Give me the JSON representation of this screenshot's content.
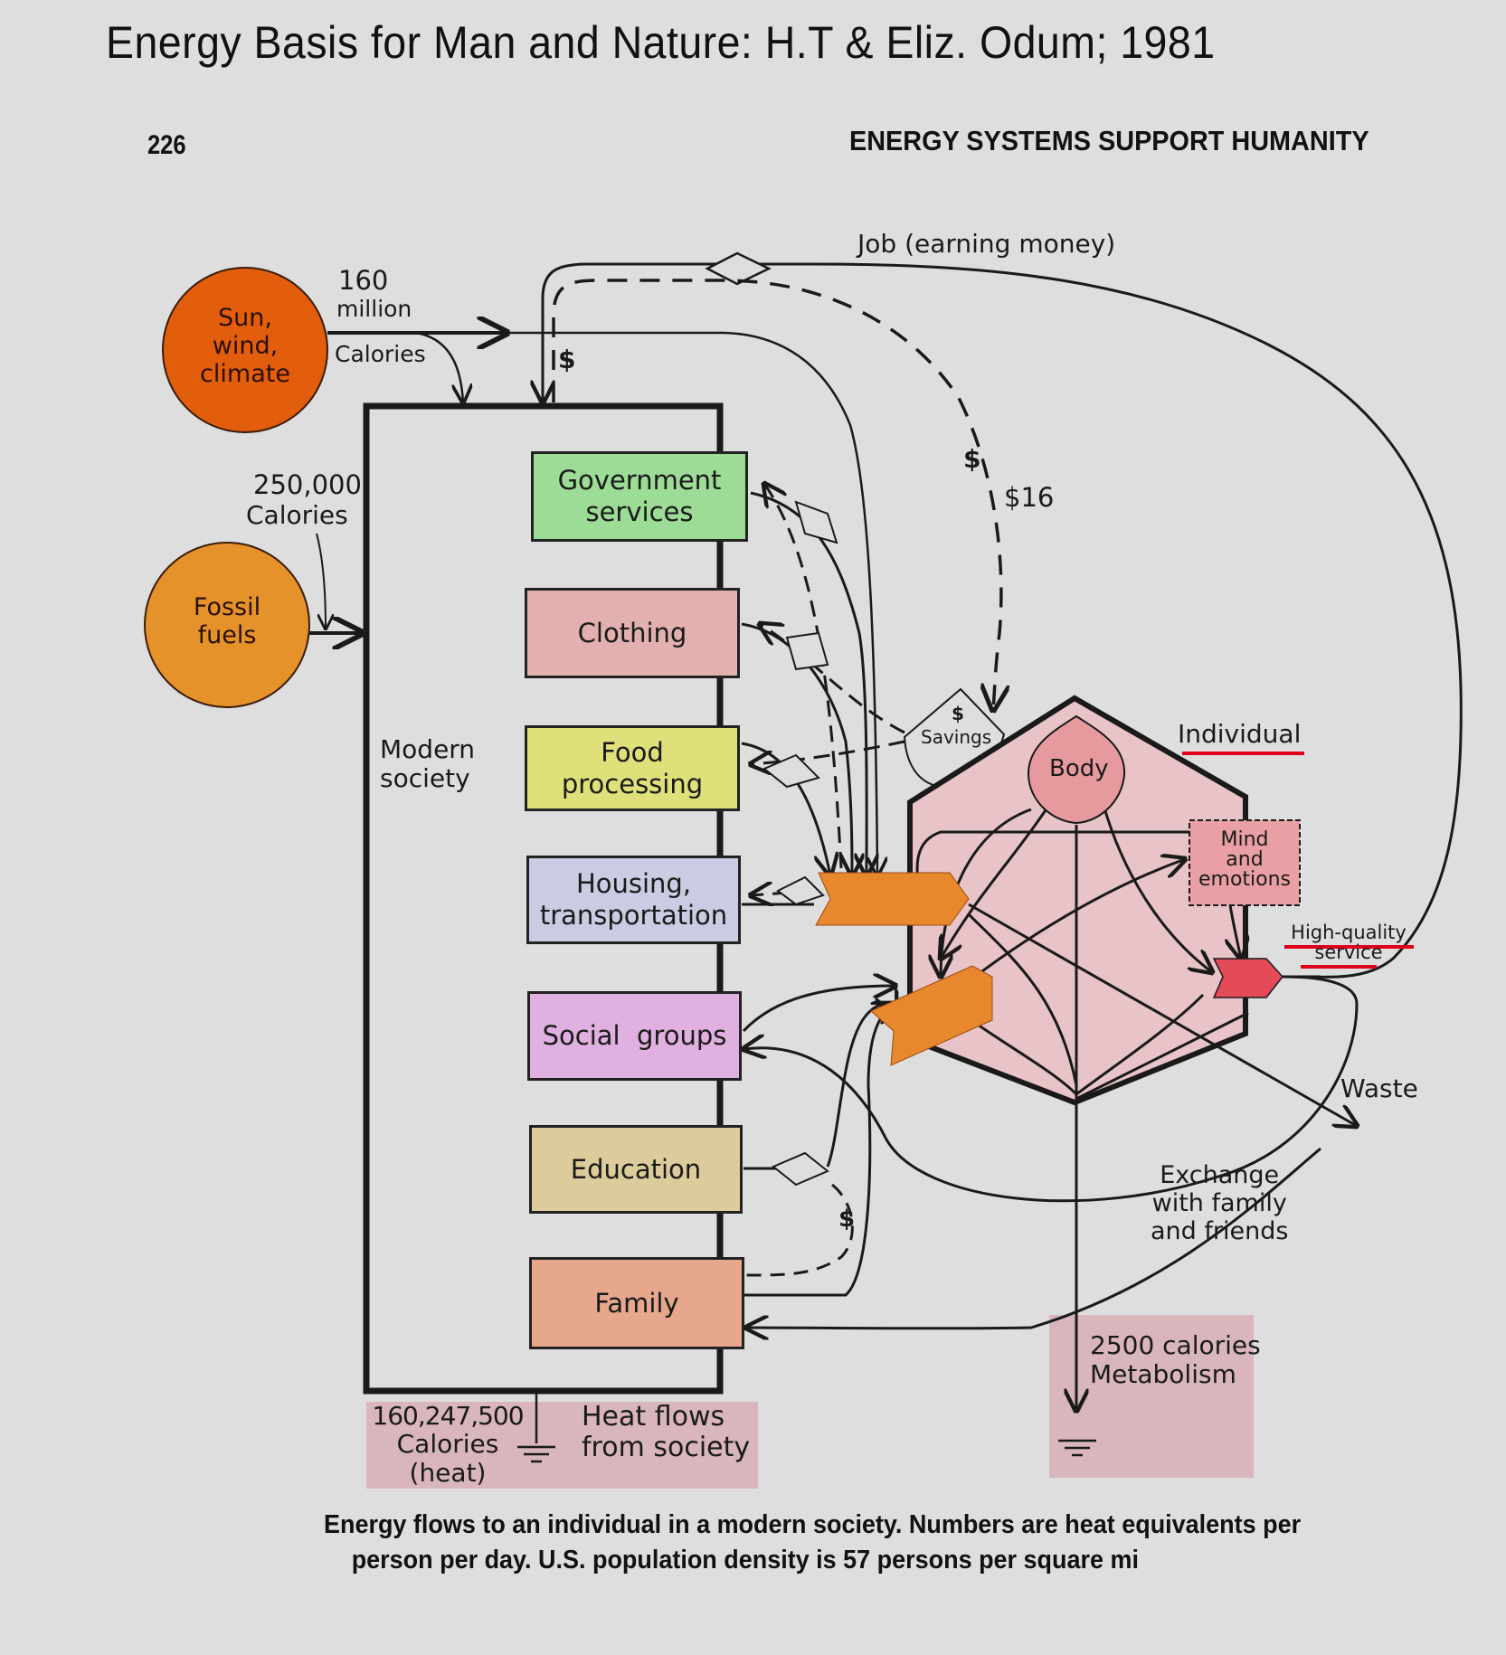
{
  "slide_title": "Energy Basis for Man and Nature:  H.T & Eliz. Odum; 1981",
  "page": {
    "number": "226",
    "running_head": "ENERGY SYSTEMS SUPPORT HUMANITY"
  },
  "colors": {
    "background": "#dedede",
    "sun": "#e25e0c",
    "fossil": "#e6922b",
    "government": "#9ddc97",
    "clothing": "#e3b0b0",
    "food": "#dfe07a",
    "housing": "#c9cce2",
    "social": "#e0b0e0",
    "education": "#dccb9b",
    "family": "#e6a78c",
    "individual_hexagon": "#e8c4c8",
    "body": "#e79a9e",
    "mind": "#e9a0a4",
    "hq_service": "#e44a58",
    "orange_arrow": "#e8882e",
    "highlight_underline": "#e0001b",
    "annotation_panel": "#d8b6bb"
  },
  "sources": {
    "sun": {
      "label_lines": [
        "Sun,",
        "wind,",
        "climate"
      ],
      "flow_value": "160",
      "flow_unit_1": "million",
      "flow_unit_2": "Calories"
    },
    "fossil": {
      "label_lines": [
        "Fossil",
        "fuels"
      ],
      "flow_value": "250,000",
      "flow_unit": "Calories"
    }
  },
  "society": {
    "label_lines": [
      "Modern",
      "society"
    ],
    "sectors": [
      {
        "label_lines": [
          "Government",
          "services"
        ]
      },
      {
        "label_lines": [
          "Clothing"
        ]
      },
      {
        "label_lines": [
          "Food",
          "processing"
        ]
      },
      {
        "label_lines": [
          "Housing,",
          "transportation"
        ]
      },
      {
        "label_lines": [
          "Social  groups"
        ]
      },
      {
        "label_lines": [
          "Education"
        ]
      },
      {
        "label_lines": [
          "Family"
        ]
      }
    ],
    "heat_out": {
      "value": "160,247,500",
      "unit": "Calories",
      "note": "(heat)",
      "label_lines": [
        "Heat flows",
        "from society"
      ]
    }
  },
  "money_flows": {
    "job_label": "Job (earning money)",
    "dollar_sign": "$",
    "wage_value": "$16",
    "savings_label": "Savings"
  },
  "individual": {
    "label": "Individual",
    "body_label": "Body",
    "mind_label_lines": [
      "Mind",
      "and",
      "emotions"
    ],
    "hq_label_lines": [
      "High-quality",
      "service"
    ],
    "waste_label": "Waste",
    "exchange_label_lines": [
      "Exchange",
      "with family",
      "and friends"
    ],
    "metabolism": {
      "value": "2500 calories",
      "label": "Metabolism"
    }
  },
  "caption_lines": [
    "Energy flows to an individual in a modern society. Numbers are heat equivalents per",
    "person per day. U.S. population density is 57 persons per square mi"
  ]
}
